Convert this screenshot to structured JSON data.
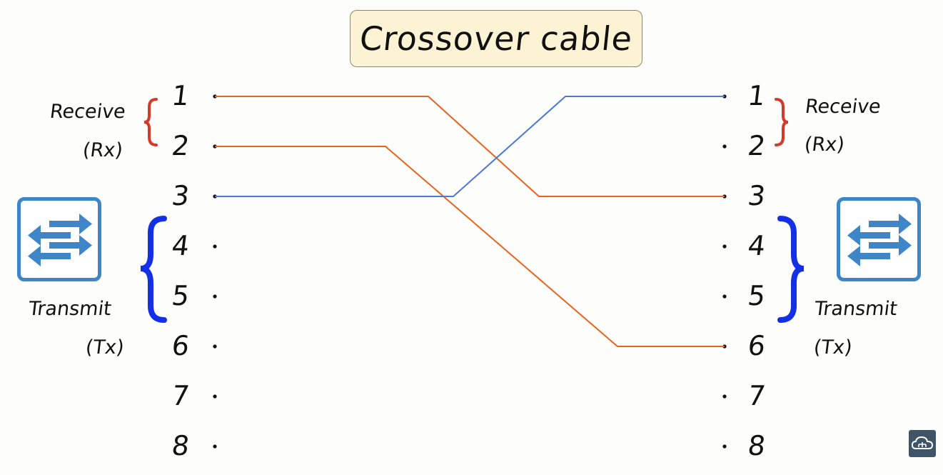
{
  "title": "Crossover cable",
  "left": {
    "receive": "Receive",
    "receive_abbr": "(Rx)",
    "transmit": "Transmit",
    "transmit_abbr": "(Tx)"
  },
  "right": {
    "receive": "Receive",
    "receive_abbr": "(Rx)",
    "transmit": "Transmit",
    "transmit_abbr": "(Tx)"
  },
  "pins": [
    "1",
    "2",
    "3",
    "4",
    "5",
    "6",
    "7",
    "8"
  ],
  "wires": [
    {
      "from": 1,
      "to": 3,
      "color": "#e8641e"
    },
    {
      "from": 2,
      "to": 6,
      "color": "#e8641e"
    },
    {
      "from": 3,
      "to": 1,
      "color": "#4a78d6"
    }
  ],
  "colors": {
    "receive_brace": "#d23a2c",
    "transmit_brace": "#1430e6",
    "switch_icon": "#3f86c8",
    "title_bg": "#fbf3d3"
  },
  "icons": [
    "switch-icon",
    "cloud-logo-icon"
  ]
}
